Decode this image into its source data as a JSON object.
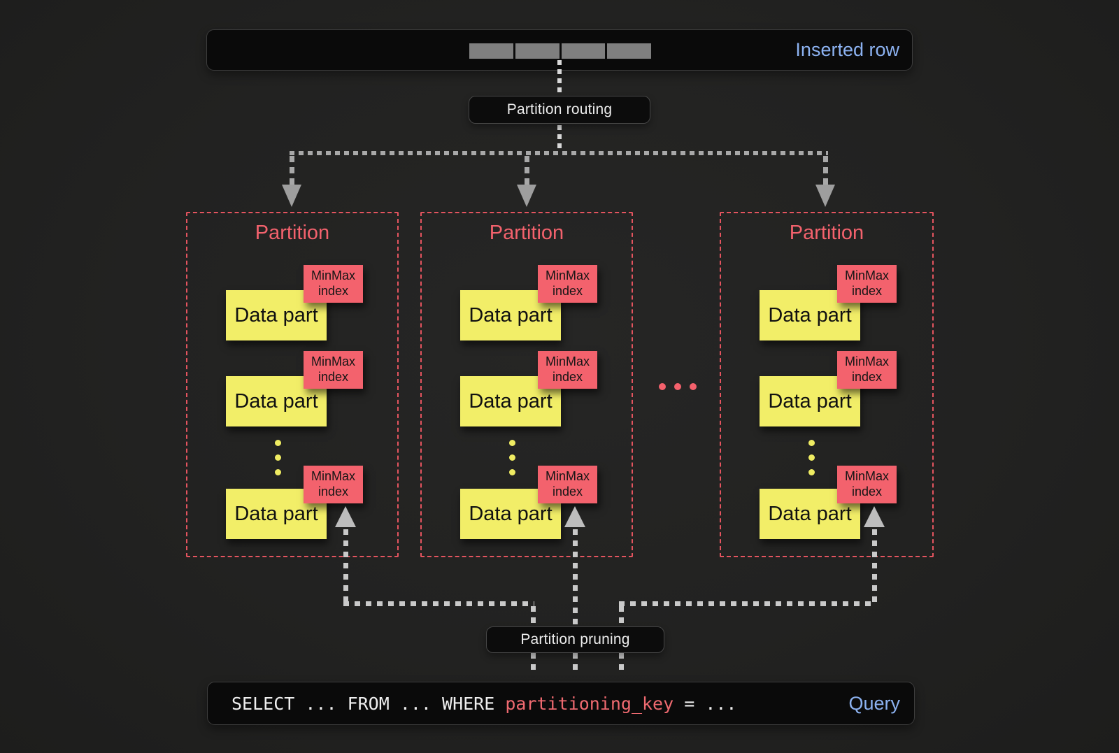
{
  "inserted_row_box": {
    "label": "Inserted row"
  },
  "routing": {
    "label": "Partition routing"
  },
  "pruning": {
    "label": "Partition pruning"
  },
  "partitions": [
    {
      "title": "Partition",
      "parts": [
        {
          "name": "Data part",
          "tag": "MinMax index"
        },
        {
          "name": "Data part",
          "tag": "MinMax index"
        },
        {
          "name": "Data part",
          "tag": "MinMax index"
        }
      ]
    },
    {
      "title": "Partition",
      "parts": [
        {
          "name": "Data part",
          "tag": "MinMax index"
        },
        {
          "name": "Data part",
          "tag": "MinMax index"
        },
        {
          "name": "Data part",
          "tag": "MinMax index"
        }
      ]
    },
    {
      "title": "Partition",
      "parts": [
        {
          "name": "Data part",
          "tag": "MinMax index"
        },
        {
          "name": "Data part",
          "tag": "MinMax index"
        },
        {
          "name": "Data part",
          "tag": "MinMax index"
        }
      ]
    }
  ],
  "query_box": {
    "code_prefix": "SELECT ... FROM ... WHERE ",
    "code_key": "partitioning_key",
    "code_suffix": " = ...",
    "label": "Query"
  },
  "colors": {
    "accent_blue": "#8cb2f1",
    "accent_pink": "#f3626d",
    "accent_yellow": "#f2ee68",
    "partition_border": "#e4545f"
  }
}
